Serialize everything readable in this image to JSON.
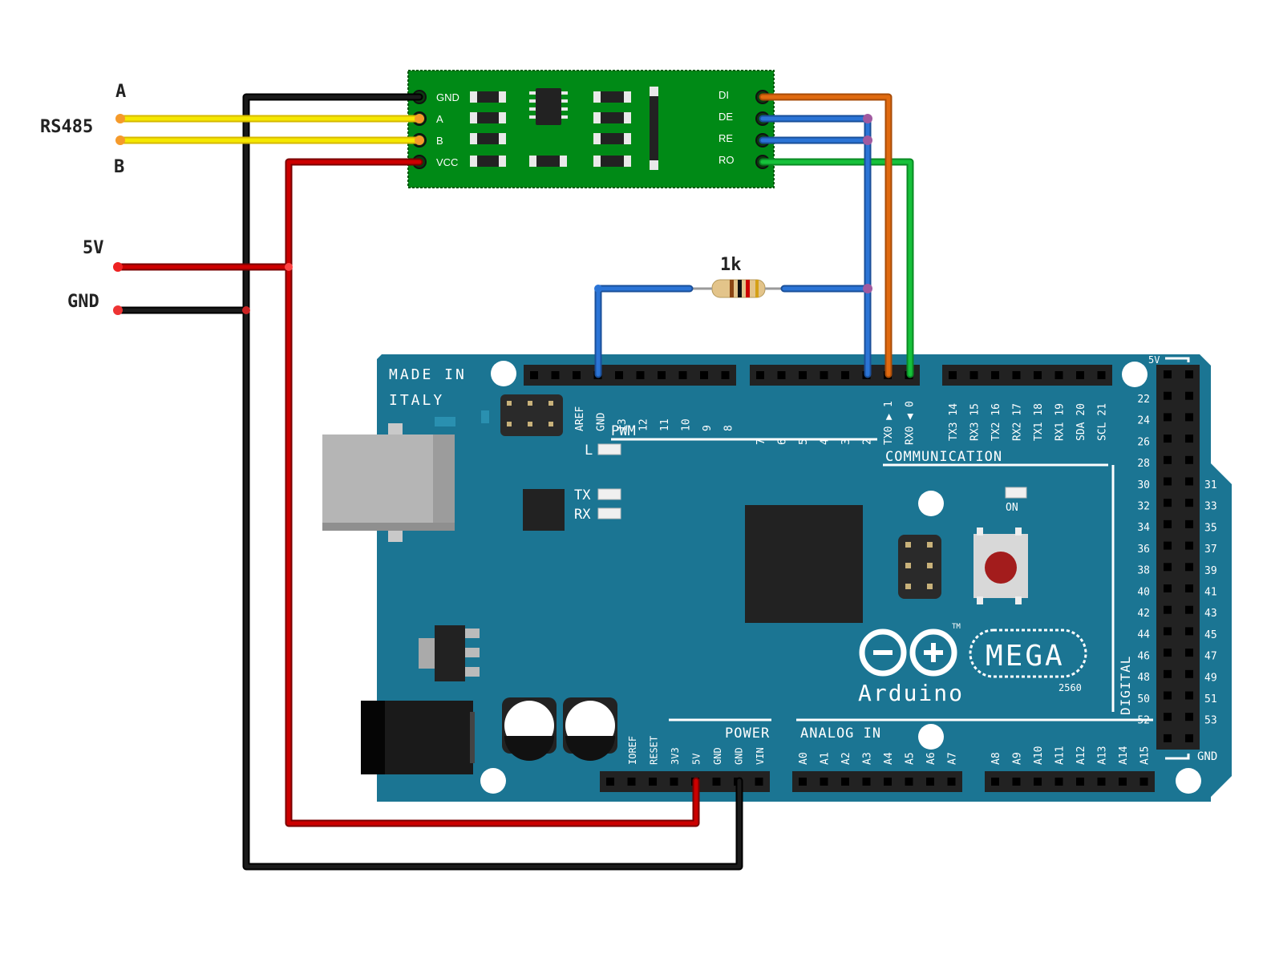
{
  "labels": {
    "a": "A",
    "rs485": "RS485",
    "b": "B",
    "v5": "5V",
    "gnd": "GND",
    "resistor": "1k"
  },
  "module": {
    "left_pins": [
      "GND",
      "A",
      "B",
      "VCC"
    ],
    "right_pins": [
      "DI",
      "DE",
      "RE",
      "RO"
    ]
  },
  "board": {
    "made_in_1": "MADE IN",
    "made_in_2": "ITALY",
    "top_header_1": [
      "AREF",
      "GND",
      "13",
      "12",
      "11",
      "10",
      "9",
      "8"
    ],
    "top_header_2": [
      "7",
      "6",
      "5",
      "4",
      "3",
      "2",
      "TX0 ▶ 1",
      "RX0 ◀ 0"
    ],
    "top_header_3": [
      "TX3 14",
      "RX3 15",
      "TX2 16",
      "RX2 17",
      "TX1 18",
      "RX1 19",
      "SDA 20",
      "SCL 21"
    ],
    "pwm": "PWM",
    "communication": "COMMUNICATION",
    "led_l": "L",
    "led_tx": "TX",
    "led_rx": "RX",
    "led_on": "ON",
    "right_5v": "5V",
    "right_gnd": "GND",
    "digital": "DIGITAL",
    "digital_left": [
      "22",
      "24",
      "26",
      "28",
      "30",
      "32",
      "34",
      "36",
      "38",
      "40",
      "42",
      "44",
      "46",
      "48",
      "50",
      "52"
    ],
    "digital_right": [
      "31",
      "33",
      "35",
      "37",
      "39",
      "41",
      "43",
      "45",
      "47",
      "49",
      "51",
      "53"
    ],
    "power": "POWER",
    "power_pins": [
      "IOREF",
      "RESET",
      "3V3",
      "5V",
      "GND",
      "GND",
      "VIN"
    ],
    "analog_in": "ANALOG IN",
    "analog_1": [
      "A0",
      "A1",
      "A2",
      "A3",
      "A4",
      "A5",
      "A6",
      "A7"
    ],
    "analog_2": [
      "A8",
      "A9",
      "A10",
      "A11",
      "A12",
      "A13",
      "A14",
      "A15"
    ],
    "logo_text": "Arduino",
    "tm": "TM",
    "mega": "MEGA",
    "model": "2560"
  },
  "colors": {
    "board": "#1b7593",
    "module": "#008a16",
    "wire_black": "#1a1a1a",
    "wire_red": "#cc0000",
    "wire_yellow": "#f5e800",
    "wire_orange": "#e06a10",
    "wire_blue": "#2b74d6",
    "wire_green": "#16c13a"
  }
}
